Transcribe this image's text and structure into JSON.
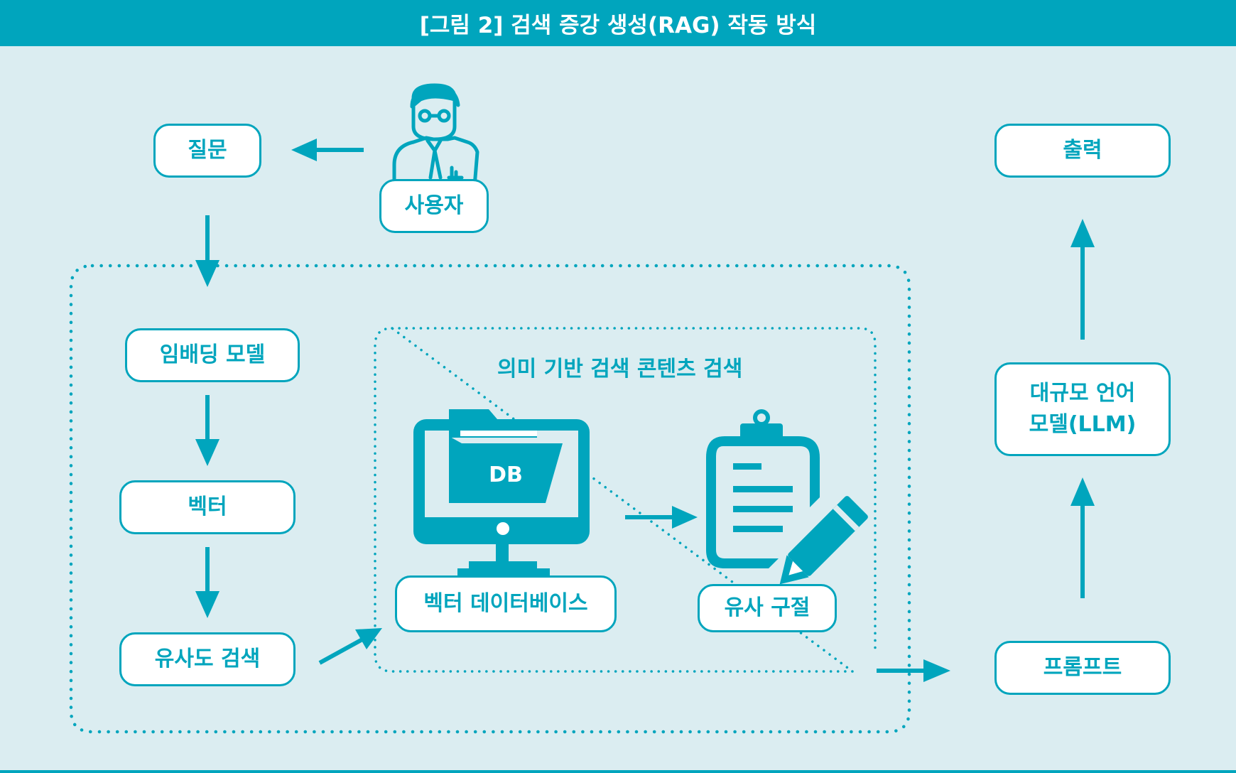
{
  "title": "[그림 2] 검색 증강 생성(RAG) 작동 방식",
  "colors": {
    "accent": "#00a5bd",
    "background": "#dbedf1",
    "box_fill": "#ffffff"
  },
  "nodes": {
    "question": "질문",
    "user": "사용자",
    "output": "출력",
    "embedding_model": "임배딩 모델",
    "vector": "벡터",
    "similarity_search": "유사도 검색",
    "vector_db": "벡터 데이터베이스",
    "similar_passage": "유사 구절",
    "llm_line1": "대규모 언어",
    "llm_line2": "모델(LLM)",
    "prompt": "프롬프트"
  },
  "groups": {
    "semantic_search": "의미 기반 검색 콘텐츠 검색"
  },
  "icons": {
    "user": "businessman-icon",
    "database": "computer-database-icon",
    "database_label": "DB",
    "passage": "clipboard-pencil-icon"
  }
}
